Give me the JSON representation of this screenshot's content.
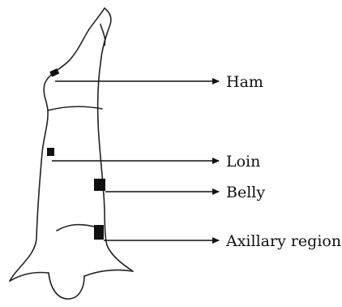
{
  "labels": {
    "ham": "Ham",
    "loin": "Loin",
    "belly": "Belly",
    "axillary": "Axillary region"
  }
}
